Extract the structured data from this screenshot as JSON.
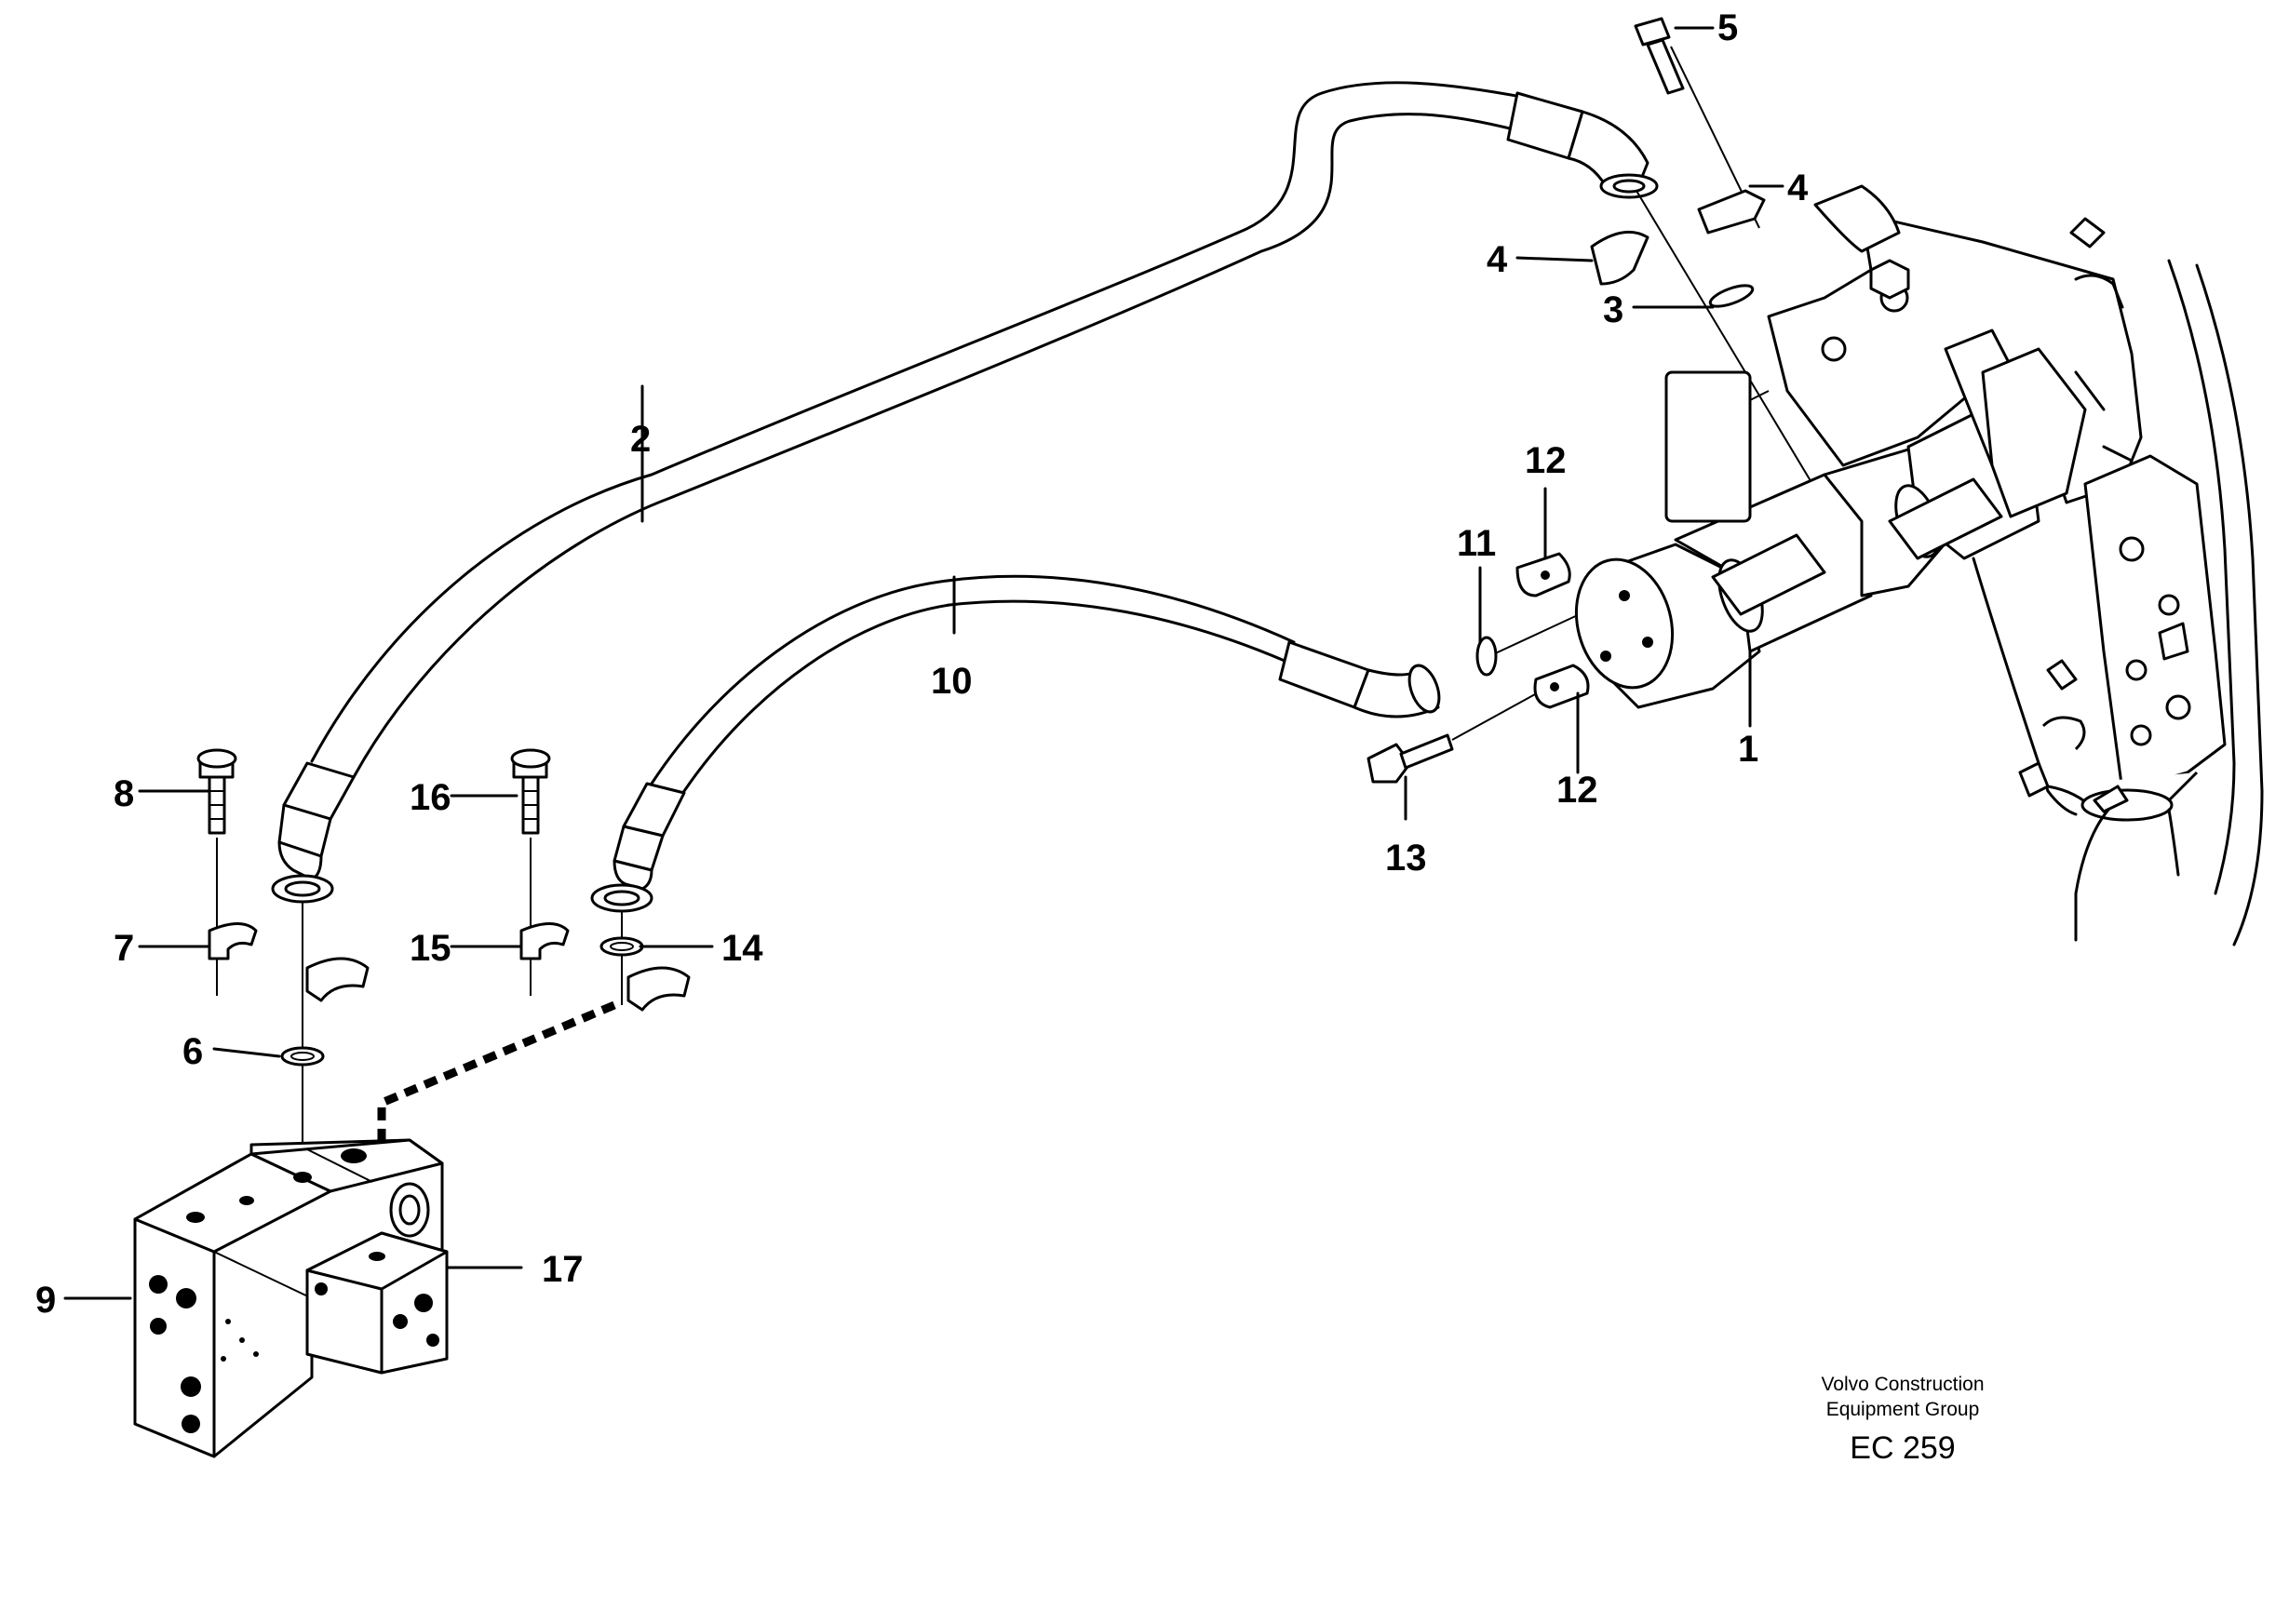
{
  "diagram": {
    "callouts": [
      {
        "id": "c1",
        "text": "1"
      },
      {
        "id": "c2",
        "text": "2"
      },
      {
        "id": "c3",
        "text": "3"
      },
      {
        "id": "c4a",
        "text": "4"
      },
      {
        "id": "c4b",
        "text": "4"
      },
      {
        "id": "c5",
        "text": "5"
      },
      {
        "id": "c6",
        "text": "6"
      },
      {
        "id": "c7",
        "text": "7"
      },
      {
        "id": "c8",
        "text": "8"
      },
      {
        "id": "c9",
        "text": "9"
      },
      {
        "id": "c10",
        "text": "10"
      },
      {
        "id": "c11",
        "text": "11"
      },
      {
        "id": "c12a",
        "text": "12"
      },
      {
        "id": "c12b",
        "text": "12"
      },
      {
        "id": "c13",
        "text": "13"
      },
      {
        "id": "c14",
        "text": "14"
      },
      {
        "id": "c15",
        "text": "15"
      },
      {
        "id": "c16",
        "text": "16"
      },
      {
        "id": "c17",
        "text": "17"
      }
    ],
    "caption": {
      "line1": "Volvo Construction",
      "line2": "Equipment Group",
      "code": "EC 259"
    }
  }
}
